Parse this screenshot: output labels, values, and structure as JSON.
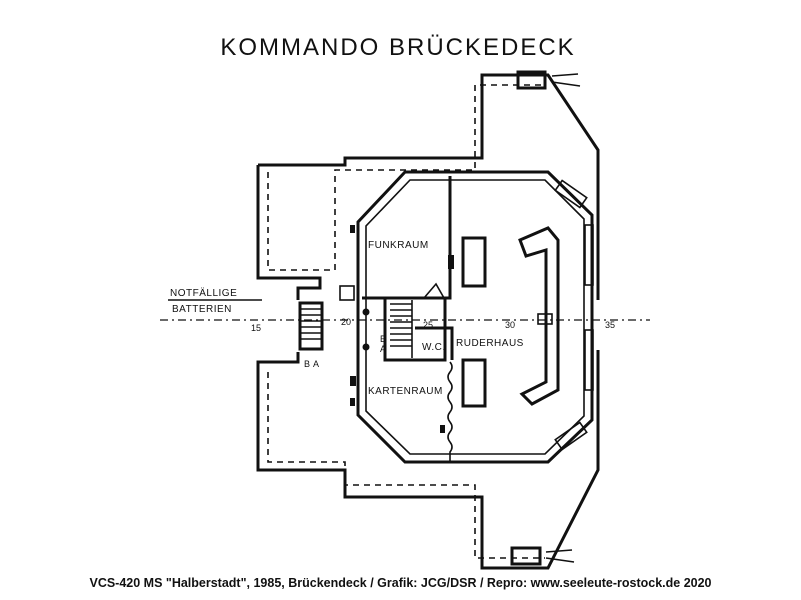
{
  "title": "KOMMANDO BRÜCKEDECK",
  "rooms": {
    "funkraum": "FUNKRAUM",
    "ruderhaus": "RUDERHAUS",
    "kartenraum": "KARTENRAUM",
    "wc": "W.C."
  },
  "notes": {
    "notfaellige": "NOTFÄLLIGE",
    "batterien": "BATTERIEN",
    "b_mark": "B",
    "a_mark": "A"
  },
  "frames": {
    "f15": "15",
    "f20": "20",
    "f25": "25",
    "f30": "30",
    "f35": "35"
  },
  "caption": "VCS-420 MS \"Halberstadt\", 1985, Brückendeck / Grafik: JCG/DSR / Repro: www.seeleute-rostock.de 2020"
}
